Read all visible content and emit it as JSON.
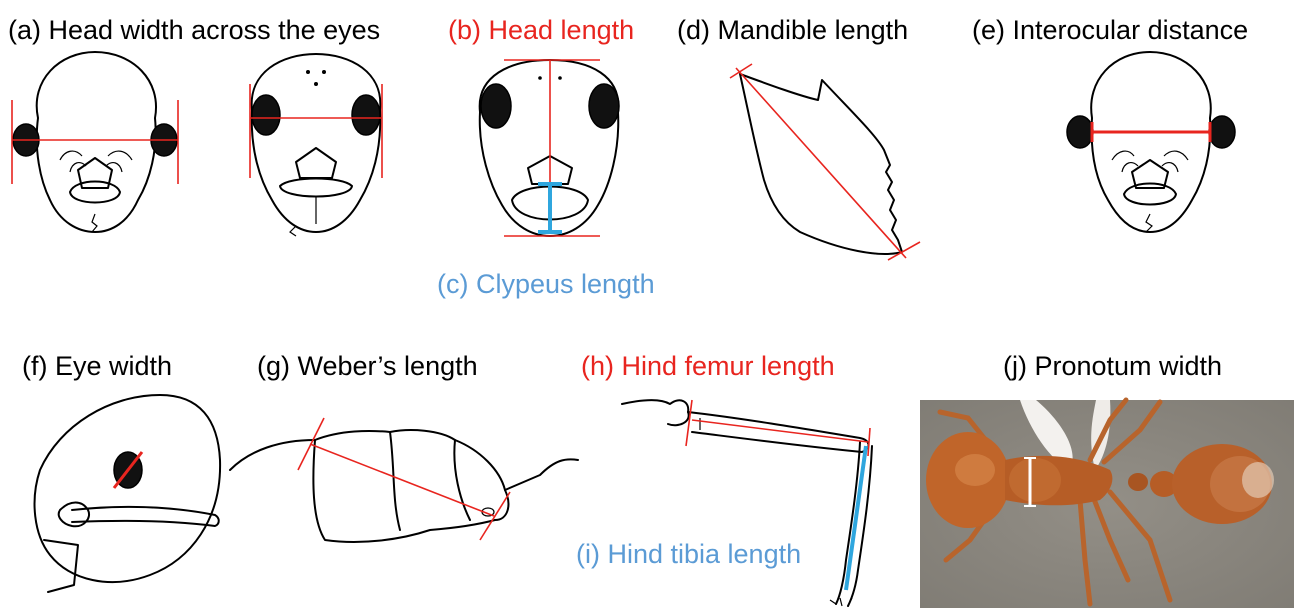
{
  "labels": {
    "a": "(a) Head width across the eyes",
    "b": "(b) Head length",
    "c": "(c) Clypeus length",
    "d": "(d) Mandible length",
    "e": "(e) Interocular distance",
    "f": "(f) Eye width",
    "g": "(g) Weber’s length",
    "h": "(h) Hind femur length",
    "i": "(i) Hind tibia length",
    "j": "(j) Pronotum width"
  },
  "colors": {
    "text": "#000000",
    "highlight_red": "#e8251f",
    "highlight_blue": "#5b9bd5",
    "measure_red": "#e8251f",
    "measure_blue": "#2fa6de",
    "photo_background": "#8c8880",
    "ant_body": "#c0652a"
  }
}
